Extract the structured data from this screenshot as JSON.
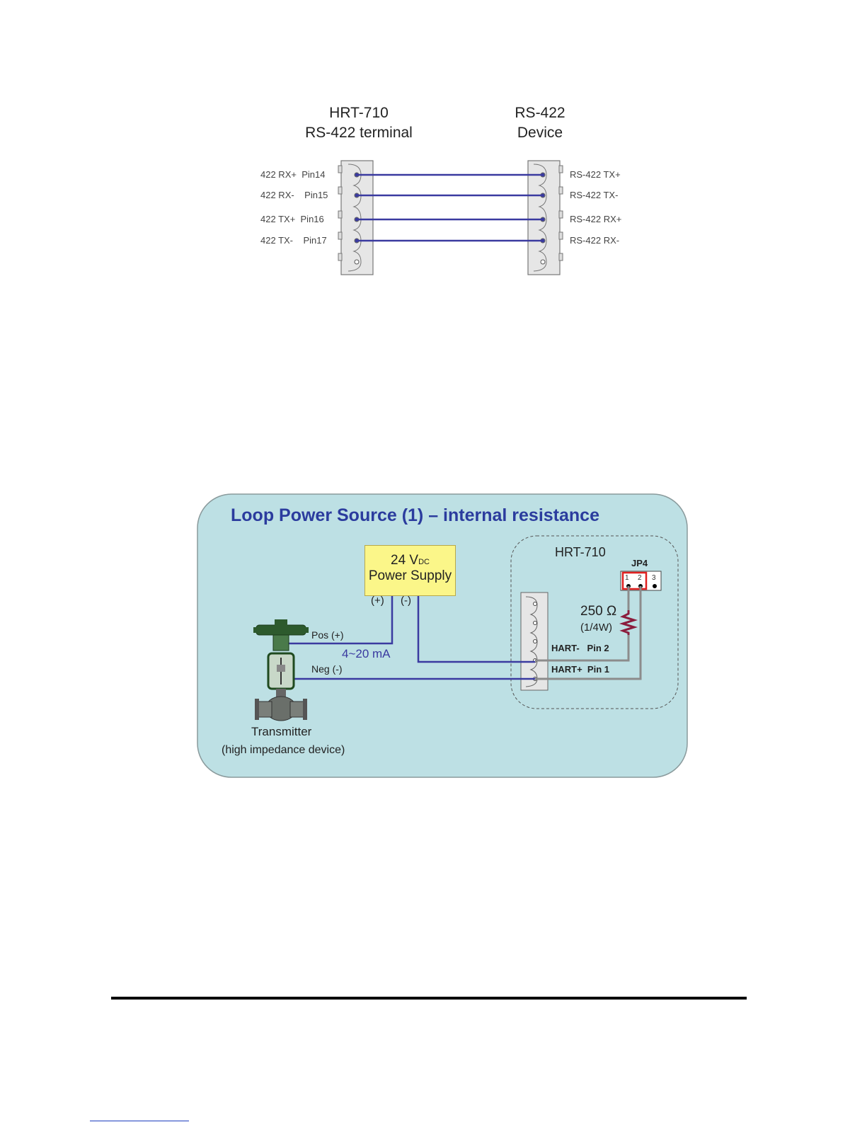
{
  "fig1": {
    "left_title": [
      "HRT-710",
      "RS-422 terminal"
    ],
    "right_title": [
      "RS-422",
      "Device"
    ],
    "left_pins": [
      {
        "signal": "422 RX+",
        "pin": "Pin14"
      },
      {
        "signal": "422 RX-",
        "pin": "Pin15"
      },
      {
        "signal": "422 TX+",
        "pin": "Pin16"
      },
      {
        "signal": "422 TX-",
        "pin": "Pin17"
      }
    ],
    "right_pins": [
      "RS-422 TX+",
      "RS-422 TX-",
      "RS-422 RX+",
      "RS-422 RX-"
    ],
    "wire_color": "#3a3aa0"
  },
  "fig2": {
    "title": "Loop Power Source (1) – internal resistance",
    "supply": {
      "line1_main": "24 V",
      "line1_sub": "DC",
      "line2": "Power Supply"
    },
    "plus": "(+)",
    "minus": "(-)",
    "module": "HRT-710",
    "jumper": "JP4",
    "jumper_pins": [
      "1",
      "2",
      "3"
    ],
    "resistor": "250 Ω",
    "resistor_rating": "(1/4W)",
    "hart_minus": "HART-   Pin 2",
    "hart_plus": "HART+  Pin 1",
    "pos": "Pos (+)",
    "neg": "Neg (-)",
    "current": "4~20 mA",
    "transmitter": "Transmitter",
    "transmitter_note": "(high impedance device)",
    "bg_color": "#bde0e4",
    "title_color": "#2b3c9e",
    "wire_color": "#3a3aa0",
    "resistor_color": "#8b1c3c"
  }
}
